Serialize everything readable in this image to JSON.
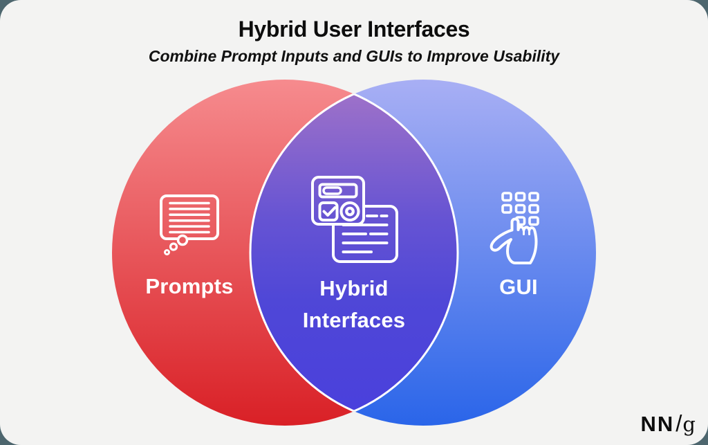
{
  "header": {
    "title": "Hybrid User Interfaces",
    "subtitle": "Combine Prompt Inputs and GUIs to Improve Usability"
  },
  "venn": {
    "left_circle": {
      "label": "Prompts",
      "icon": "thought-bubble-prompt-icon"
    },
    "overlap": {
      "label_line1": "Hybrid",
      "label_line2": "Interfaces",
      "icon": "form-controls-document-icon"
    },
    "right_circle": {
      "label": "GUI",
      "icon": "hand-pressing-keypad-icon"
    }
  },
  "logo": {
    "nn": "NN",
    "slash": "/",
    "g": "g"
  },
  "colors": {
    "page_background": "#4d666e",
    "card_background": "#f3f3f2",
    "red_top": "#f68b8e",
    "red_bottom": "#d92026",
    "blue_top": "#a8aff4",
    "blue_bottom": "#2a65e9",
    "purple_top": "#9d71c9",
    "purple_mid": "#6553d3",
    "purple_mid2": "#4f47d7",
    "purple_bottom": "#4a40dc",
    "label_text": "#ffffff",
    "title_text": "#0d0d0d"
  }
}
